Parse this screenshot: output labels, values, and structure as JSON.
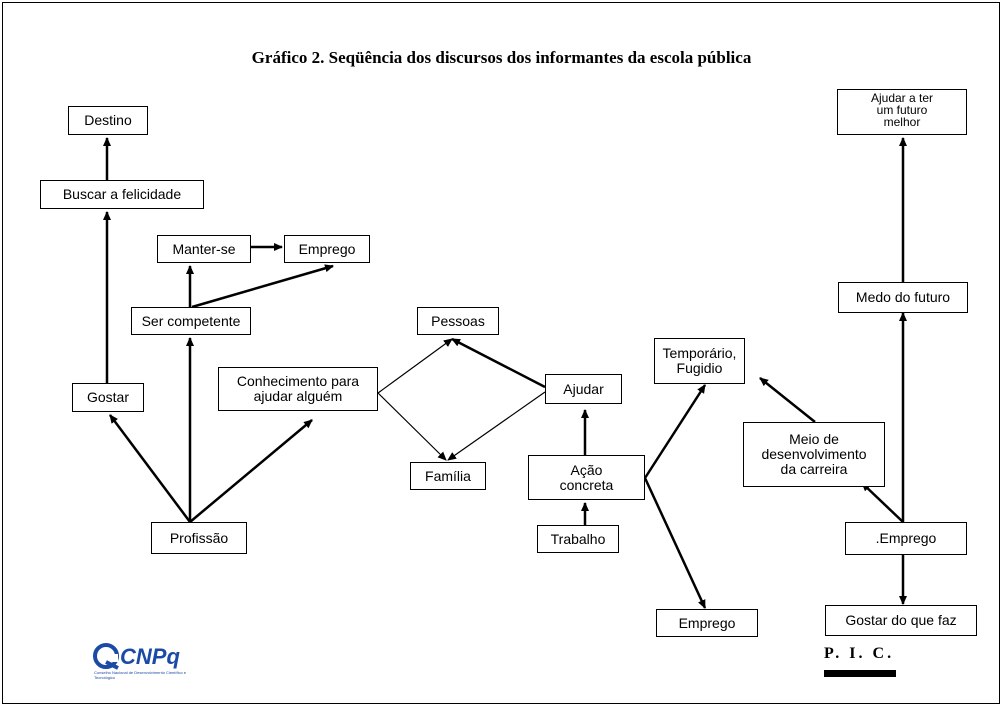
{
  "title": "Gráfico 2. Seqüência dos discursos dos informantes da escola pública",
  "nodes": {
    "destino": "Destino",
    "buscar_felicidade": "Buscar a felicidade",
    "manter_se": "Manter-se",
    "emprego_top": "Emprego",
    "ser_competente": "Ser competente",
    "pessoas": "Pessoas",
    "conhecimento": "Conhecimento para\najudar alguém",
    "gostar": "Gostar",
    "ajudar": "Ajudar",
    "familia": "Família",
    "acao_concreta": "Ação\nconcreta",
    "trabalho": "Trabalho",
    "profissao": "Profissão",
    "temporario": "Temporário,\nFugidio",
    "emprego_bottom": "Emprego",
    "ajudar_futuro": "Ajudar a ter\num futuro\nmelhor",
    "medo_futuro": "Medo do futuro",
    "meio_desenvolvimento": "Meio de\ndesenvolvimento\nda carreira",
    "emprego_right": ".Emprego",
    "gostar_faz": "Gostar do que faz"
  },
  "logos": {
    "cnpq": "CNPq",
    "cnpq_subtitle": "Conselho Nacional de Desenvolvimento Científico e Tecnológico",
    "pibic": "P. I. C."
  },
  "colors": {
    "cnpq_blue": "#1a4aa6",
    "line": "#000000"
  }
}
